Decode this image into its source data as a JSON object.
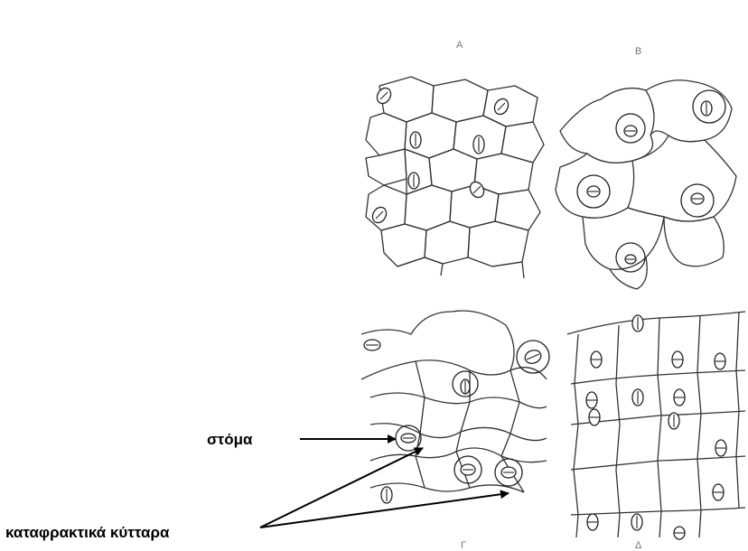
{
  "panels": [
    "Α",
    "Β",
    "Γ",
    "Δ"
  ],
  "labels": {
    "stoma": "στόμα",
    "guard_cells": "καταφρακτικά κύτταρα"
  }
}
